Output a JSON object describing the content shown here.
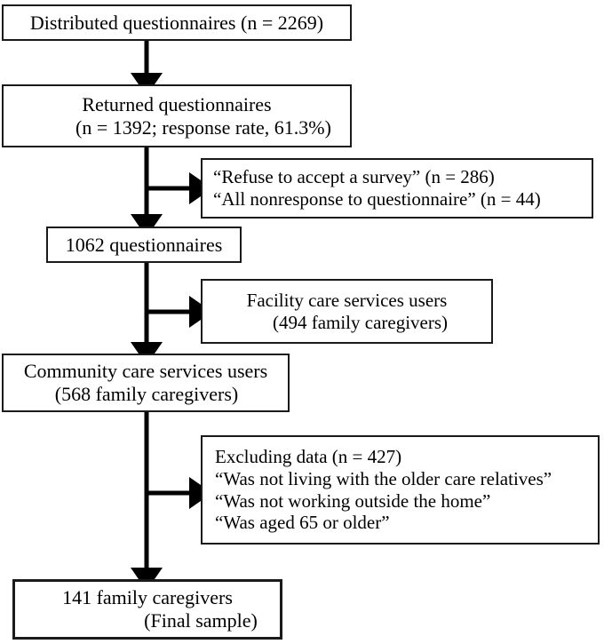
{
  "figure": {
    "type": "flowchart",
    "title": "Participant selection flow diagram",
    "orientation": "top-to-bottom with right-side exclusion branches",
    "colors": {
      "background": "#ffffff",
      "box_border": "#1a1a1a",
      "arrow": "#000000",
      "text": "#000000"
    }
  },
  "nodes": {
    "distributed": {
      "id": "distributed-questionnaires",
      "lines": [
        "Distributed questionnaires (n = 2269)"
      ],
      "align": "center"
    },
    "returned": {
      "id": "returned-questionnaires",
      "lines": [
        "Returned questionnaires",
        "(n = 1392; response rate, 61.3%)"
      ],
      "align": "center"
    },
    "excluded1": {
      "id": "excluded-nonresponse",
      "lines": [
        "“Refuse to accept a survey” (n = 286)",
        "“All nonresponse to questionnaire” (n = 44)"
      ],
      "align": "left"
    },
    "remaining1": {
      "id": "remaining-questionnaires",
      "lines": [
        "1062 questionnaires"
      ],
      "align": "center"
    },
    "excluded2": {
      "id": "facility-care-users",
      "lines": [
        "Facility care services users",
        "(494 family caregivers)"
      ],
      "align": "center"
    },
    "community": {
      "id": "community-care-users",
      "lines": [
        "Community care services users",
        "(568 family caregivers)"
      ],
      "align": "center"
    },
    "excluded3": {
      "id": "excluding-data",
      "lines": [
        "Excluding data (n = 427)",
        "“Was not living with the older care relatives”",
        "“Was not working outside the home”",
        "“Was aged 65 or older”"
      ],
      "align": "left"
    },
    "final": {
      "id": "final-sample",
      "lines": [
        "141 family caregivers",
        "(Final sample)"
      ],
      "align": "center"
    }
  },
  "connectors": [
    {
      "name": "distributed-to-returned",
      "kind": "arrow-down"
    },
    {
      "name": "returned-to-branch",
      "kind": "arrow-down-with-right-branch"
    },
    {
      "name": "branch-to-excluded-nonresponse",
      "kind": "arrow-right"
    },
    {
      "name": "remaining-to-branch",
      "kind": "arrow-down-with-right-branch"
    },
    {
      "name": "branch-to-facility-users",
      "kind": "arrow-right"
    },
    {
      "name": "community-to-branch",
      "kind": "arrow-down-with-right-branch"
    },
    {
      "name": "branch-to-excluding-data",
      "kind": "arrow-right"
    },
    {
      "name": "branch-to-final-sample",
      "kind": "arrow-down"
    }
  ]
}
